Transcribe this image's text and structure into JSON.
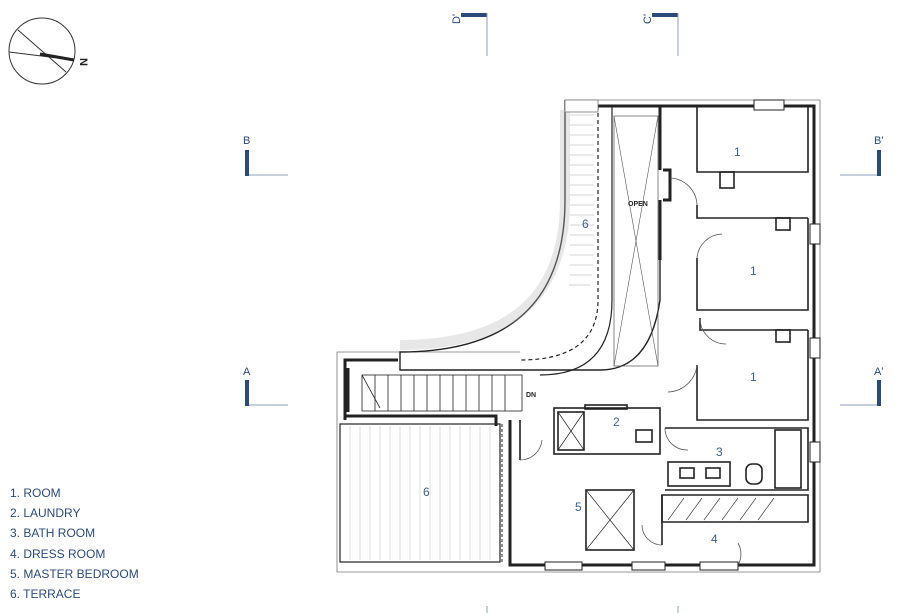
{
  "compass": {
    "north_label": "N"
  },
  "sections": {
    "a_left": "A",
    "a_right": "A'",
    "b_left": "B",
    "b_right": "B'",
    "c_top": "C'",
    "d_top": "D'"
  },
  "rooms": {
    "room_upper": "1",
    "room_middle": "1",
    "room_lower": "1",
    "laundry": "2",
    "bath": "3",
    "dress": "4",
    "master": "5",
    "terrace_curved": "6",
    "terrace_lower": "6"
  },
  "annotations": {
    "open": "OPEN",
    "down": "DN"
  },
  "legend": [
    "1. ROOM",
    "2. LAUNDRY",
    "3. BATH ROOM",
    "4. DRESS ROOM",
    "5. MASTER BEDROOM",
    "6. TERRACE"
  ],
  "colors": {
    "section_marker": "#2b4a7a",
    "room_label": "#3a5f8e",
    "wall": "#222222"
  }
}
